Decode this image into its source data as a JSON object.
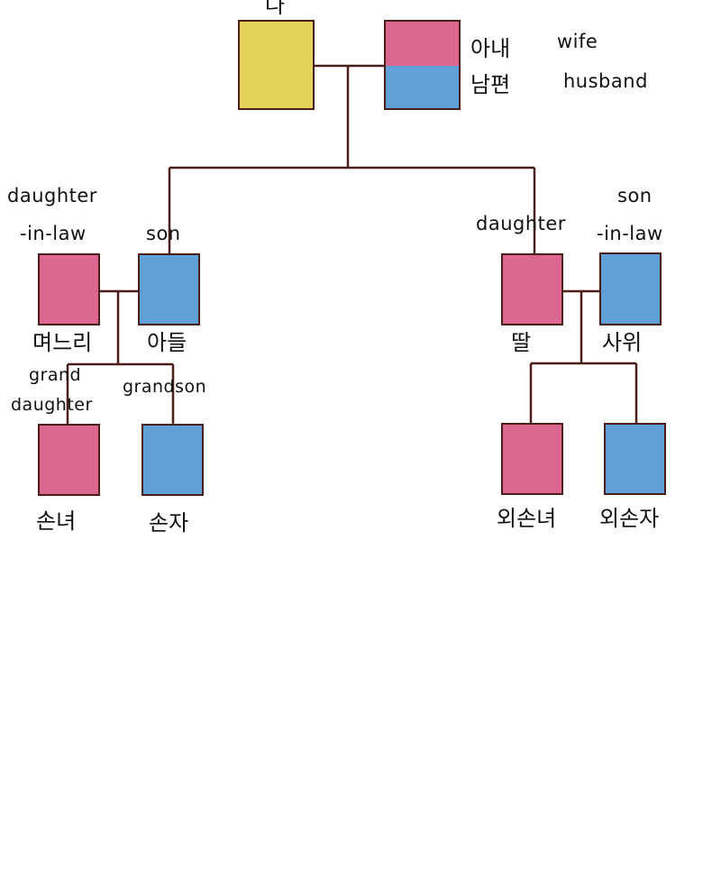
{
  "colors": {
    "female": "#db6690",
    "male": "#61a0d6",
    "self": "#e6d35a",
    "line": "#4a1f1a"
  },
  "self": {
    "ko": "나"
  },
  "spouse": {
    "wife_ko": "아내",
    "wife_en": "wife",
    "husband_ko": "남편",
    "husband_en": "husband"
  },
  "son_family": {
    "daughter_in_law_en_1": "daughter",
    "daughter_in_law_en_2": "-in-law",
    "daughter_in_law_ko": "며느리",
    "son_en": "son",
    "son_ko": "아들",
    "granddaughter_en_1": "grand",
    "granddaughter_en_2": "daughter",
    "granddaughter_ko": "손녀",
    "grandson_en": "grandson",
    "grandson_ko": "손자"
  },
  "daughter_family": {
    "daughter_en": "daughter",
    "daughter_ko": "딸",
    "son_in_law_en_1": "son",
    "son_in_law_en_2": "-in-law",
    "son_in_law_ko": "사위",
    "maternal_granddaughter_ko": "외손녀",
    "maternal_grandson_ko": "외손자"
  }
}
